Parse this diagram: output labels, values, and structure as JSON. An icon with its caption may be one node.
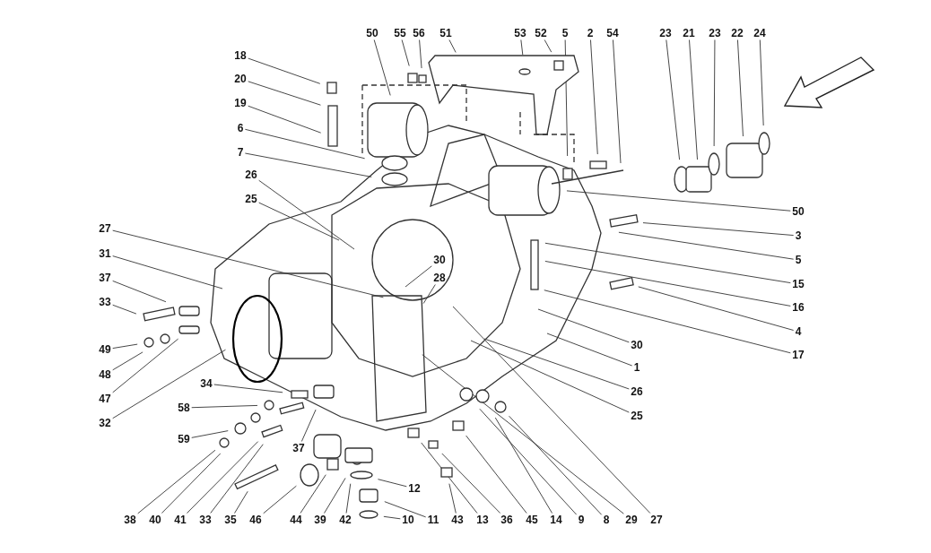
{
  "diagram": {
    "nodes": [
      {
        "text": [
          "50"
        ]
      },
      {
        "text": [
          "55"
        ]
      },
      {
        "text": [
          "56"
        ]
      },
      {
        "text": [
          "51"
        ]
      },
      {
        "text": [
          "53"
        ]
      },
      {
        "text": [
          "52"
        ]
      },
      {
        "text": [
          "5"
        ]
      },
      {
        "text": [
          "2"
        ]
      },
      {
        "text": [
          "54"
        ]
      },
      {
        "text": [
          "23"
        ]
      },
      {
        "text": [
          "21"
        ]
      },
      {
        "text": [
          "23"
        ]
      },
      {
        "text": [
          "22"
        ]
      },
      {
        "text": [
          "24"
        ]
      },
      {
        "text": [
          "18"
        ]
      },
      {
        "text": [
          "20"
        ]
      },
      {
        "text": [
          "19"
        ]
      },
      {
        "text": [
          "6"
        ]
      },
      {
        "text": [
          "7"
        ]
      },
      {
        "text": [
          "26"
        ]
      },
      {
        "text": [
          "25"
        ]
      },
      {
        "text": [
          "27"
        ]
      },
      {
        "text": [
          "31"
        ]
      },
      {
        "text": [
          "37"
        ]
      },
      {
        "text": [
          "33"
        ]
      },
      {
        "text": [
          "30"
        ]
      },
      {
        "text": [
          "28"
        ]
      },
      {
        "text": [
          "50"
        ]
      },
      {
        "text": [
          "3"
        ]
      },
      {
        "text": [
          "5"
        ]
      },
      {
        "text": [
          "15"
        ]
      },
      {
        "text": [
          "16"
        ]
      },
      {
        "text": [
          "4"
        ]
      },
      {
        "text": [
          "17"
        ]
      },
      {
        "text": [
          "30"
        ]
      },
      {
        "text": [
          "1"
        ]
      },
      {
        "text": [
          "26"
        ]
      },
      {
        "text": [
          "25"
        ]
      },
      {
        "text": [
          "49"
        ]
      },
      {
        "text": [
          "48"
        ]
      },
      {
        "text": [
          "47"
        ]
      },
      {
        "text": [
          "32"
        ]
      },
      {
        "text": [
          "34"
        ]
      },
      {
        "text": [
          "58"
        ]
      },
      {
        "text": [
          "59"
        ]
      },
      {
        "text": [
          "37"
        ]
      },
      {
        "text": [
          "12"
        ]
      },
      {
        "text": [
          "38"
        ]
      },
      {
        "text": [
          "40"
        ]
      },
      {
        "text": [
          "41"
        ]
      },
      {
        "text": [
          "33"
        ]
      },
      {
        "text": [
          "35"
        ]
      },
      {
        "text": [
          "46"
        ]
      },
      {
        "text": [
          "44"
        ]
      },
      {
        "text": [
          "39"
        ]
      },
      {
        "text": [
          "42"
        ]
      },
      {
        "text": [
          "10"
        ]
      },
      {
        "text": [
          "11"
        ]
      },
      {
        "text": [
          "43"
        ]
      },
      {
        "text": [
          "13"
        ]
      },
      {
        "text": [
          "36"
        ]
      },
      {
        "text": [
          "45"
        ]
      },
      {
        "text": [
          "14"
        ]
      },
      {
        "text": [
          "9"
        ]
      },
      {
        "text": [
          "8"
        ]
      },
      {
        "text": [
          "29"
        ]
      },
      {
        "text": [
          "27"
        ]
      }
    ],
    "edges": [
      {
        "from": 0,
        "to": null,
        "arrow": "none"
      },
      {
        "from": 1,
        "to": null,
        "arrow": "none"
      },
      {
        "from": 2,
        "to": null,
        "arrow": "none"
      },
      {
        "from": 3,
        "to": null,
        "arrow": "none"
      },
      {
        "from": 4,
        "to": null,
        "arrow": "none"
      },
      {
        "from": 5,
        "to": null,
        "arrow": "none"
      },
      {
        "from": 6,
        "to": null,
        "arrow": "none"
      },
      {
        "from": 7,
        "to": null,
        "arrow": "none"
      },
      {
        "from": 8,
        "to": null,
        "arrow": "none"
      },
      {
        "from": 9,
        "to": null,
        "arrow": "none"
      },
      {
        "from": 10,
        "to": null,
        "arrow": "none"
      },
      {
        "from": 11,
        "to": null,
        "arrow": "none"
      },
      {
        "from": 12,
        "to": null,
        "arrow": "none"
      },
      {
        "from": 13,
        "to": null,
        "arrow": "none"
      },
      {
        "from": 14,
        "to": null,
        "arrow": "none"
      },
      {
        "from": 15,
        "to": null,
        "arrow": "none"
      },
      {
        "from": 16,
        "to": null,
        "arrow": "none"
      },
      {
        "from": 17,
        "to": null,
        "arrow": "none"
      },
      {
        "from": 18,
        "to": null,
        "arrow": "none"
      },
      {
        "from": 19,
        "to": null,
        "arrow": "none"
      },
      {
        "from": 20,
        "to": null,
        "arrow": "none"
      },
      {
        "from": 21,
        "to": null,
        "arrow": "none"
      },
      {
        "from": 22,
        "to": null,
        "arrow": "none"
      },
      {
        "from": 23,
        "to": null,
        "arrow": "none"
      },
      {
        "from": 24,
        "to": null,
        "arrow": "none"
      },
      {
        "from": 25,
        "to": null,
        "arrow": "none"
      },
      {
        "from": 26,
        "to": null,
        "arrow": "none"
      },
      {
        "from": 27,
        "to": null,
        "arrow": "none"
      },
      {
        "from": 28,
        "to": null,
        "arrow": "none"
      },
      {
        "from": 29,
        "to": null,
        "arrow": "none"
      },
      {
        "from": 30,
        "to": null,
        "arrow": "none"
      },
      {
        "from": 31,
        "to": null,
        "arrow": "none"
      },
      {
        "from": 32,
        "to": null,
        "arrow": "none"
      },
      {
        "from": 33,
        "to": null,
        "arrow": "none"
      },
      {
        "from": 34,
        "to": null,
        "arrow": "none"
      },
      {
        "from": 35,
        "to": null,
        "arrow": "none"
      },
      {
        "from": 36,
        "to": null,
        "arrow": "none"
      },
      {
        "from": 37,
        "to": null,
        "arrow": "none"
      },
      {
        "from": 38,
        "to": null,
        "arrow": "none"
      },
      {
        "from": 39,
        "to": null,
        "arrow": "none"
      },
      {
        "from": 40,
        "to": null,
        "arrow": "none"
      },
      {
        "from": 41,
        "to": null,
        "arrow": "none"
      },
      {
        "from": 42,
        "to": null,
        "arrow": "none"
      },
      {
        "from": 43,
        "to": null,
        "arrow": "none"
      },
      {
        "from": 44,
        "to": null,
        "arrow": "none"
      },
      {
        "from": 45,
        "to": null,
        "arrow": "none"
      },
      {
        "from": 46,
        "to": null,
        "arrow": "none"
      },
      {
        "from": 47,
        "to": null,
        "arrow": "none"
      },
      {
        "from": 48,
        "to": null,
        "arrow": "none"
      },
      {
        "from": 49,
        "to": null,
        "arrow": "none"
      },
      {
        "from": 50,
        "to": null,
        "arrow": "none"
      },
      {
        "from": 51,
        "to": null,
        "arrow": "none"
      },
      {
        "from": 52,
        "to": null,
        "arrow": "none"
      },
      {
        "from": 53,
        "to": null,
        "arrow": "none"
      },
      {
        "from": 54,
        "to": null,
        "arrow": "none"
      },
      {
        "from": 55,
        "to": null,
        "arrow": "none"
      },
      {
        "from": 56,
        "to": null,
        "arrow": "none"
      },
      {
        "from": 57,
        "to": null,
        "arrow": "none"
      },
      {
        "from": 58,
        "to": null,
        "arrow": "none"
      },
      {
        "from": 59,
        "to": null,
        "arrow": "none"
      },
      {
        "from": 60,
        "to": null,
        "arrow": "none"
      },
      {
        "from": 61,
        "to": null,
        "arrow": "none"
      },
      {
        "from": 62,
        "to": null,
        "arrow": "none"
      },
      {
        "from": 63,
        "to": null,
        "arrow": "none"
      },
      {
        "from": 64,
        "to": null,
        "arrow": "none"
      },
      {
        "from": 65,
        "to": null,
        "arrow": "none"
      },
      {
        "from": 66,
        "to": null,
        "arrow": "none"
      }
    ]
  }
}
